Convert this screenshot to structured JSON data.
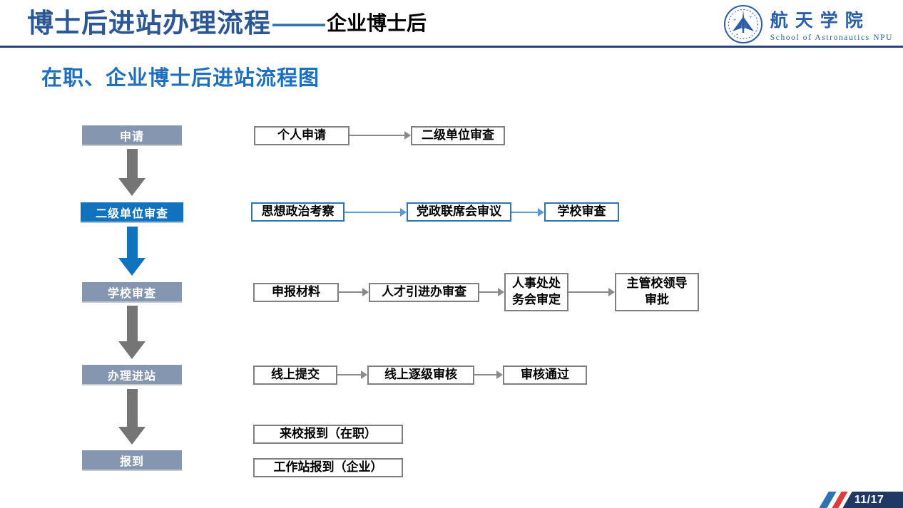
{
  "header": {
    "title": "博士后进站办理流程",
    "title_dash": "——",
    "title_suffix": "企业博士后",
    "logo": {
      "emblem_icon": "school-emblem-rocket",
      "name_cn": "航天学院",
      "name_en": "School of Astronautics NPU"
    }
  },
  "subtitle": "在职、企业博士后进站流程图",
  "colors": {
    "title_blue": "#2B5797",
    "subtitle_blue": "#1D6FC0",
    "header_line": "#26457E",
    "stage_gray": "#8496B0",
    "stage_blue": "#1173BD",
    "box_border_gray": "#7F7F7F",
    "box_border_blue": "#2E75B6",
    "arrow_gray": "#757575",
    "footer_navy": "#1F3864",
    "stripe_blue": "#2E74B5",
    "stripe_red": "#E03A3A"
  },
  "flow": {
    "stages": [
      {
        "label": "申请"
      },
      {
        "label": "二级单位审查"
      },
      {
        "label": "学校审查"
      },
      {
        "label": "办理进站"
      },
      {
        "label": "报到"
      }
    ],
    "rows": [
      {
        "boxes": [
          "个人申请",
          "二级单位审查"
        ]
      },
      {
        "boxes": [
          "思想政治考察",
          "党政联席会审议",
          "学校审查"
        ]
      },
      {
        "boxes": [
          "申报材料",
          "人才引进办审查",
          "人事处处\n务会审定",
          "主管校领导\n审批"
        ]
      },
      {
        "boxes": [
          "线上提交",
          "线上逐级审核",
          "审核通过"
        ]
      },
      {
        "boxes": [
          "来校报到（在职）"
        ]
      },
      {
        "boxes": [
          "工作站报到（企业）"
        ]
      }
    ]
  },
  "footer": {
    "page": "11/17"
  }
}
